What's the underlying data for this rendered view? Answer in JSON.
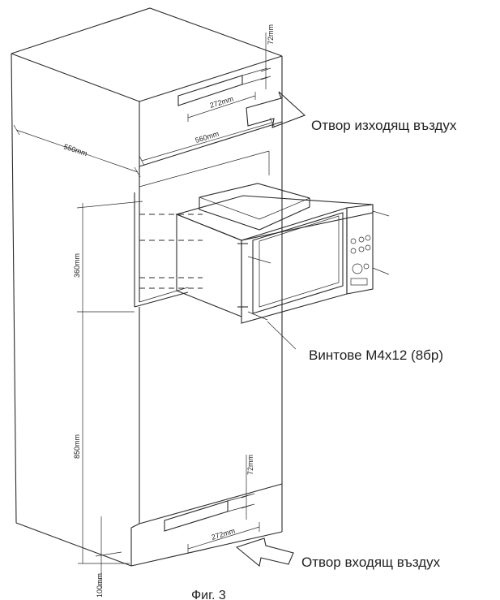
{
  "diagram": {
    "labels": {
      "exhaust": "Отвор изходящ въздух",
      "intake": "Отвор входящ въздух",
      "screws": "Винтове M4x12 (8бр)"
    },
    "dimensions": {
      "depth": "550mm",
      "width": "560mm",
      "top_vent_height": "72mm",
      "top_vent_width": "272mm",
      "niche_height": "360mm",
      "base_height": "850mm",
      "bottom_vent_height": "72mm",
      "bottom_vent_width": "272mm",
      "plinth": "100mm"
    },
    "caption": "Фиг. 3"
  }
}
